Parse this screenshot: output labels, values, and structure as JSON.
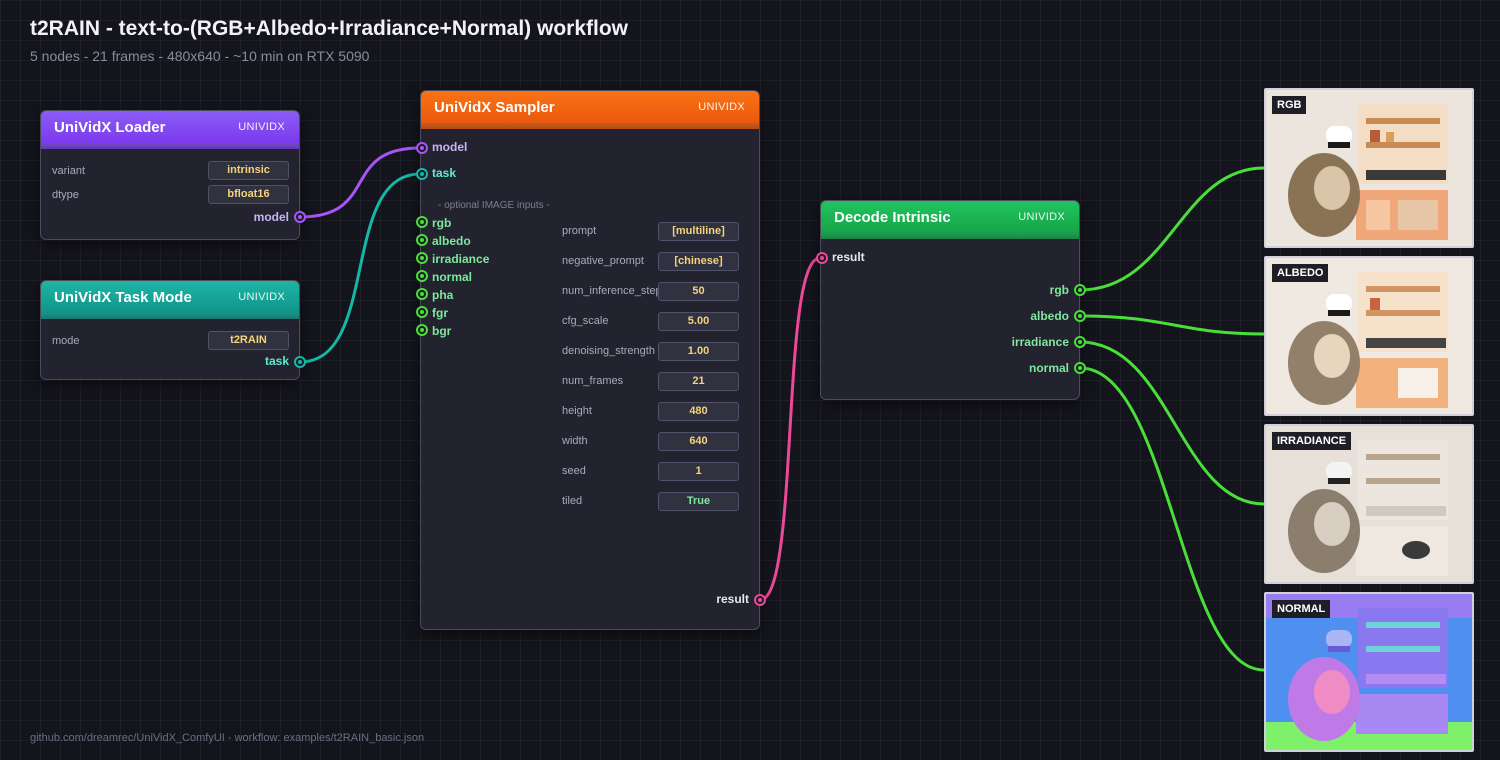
{
  "header": {
    "title": "t2RAIN - text-to-(RGB+Albedo+Irradiance+Normal) workflow",
    "subtitle": "5 nodes - 21 frames - 480x640 - ~10 min on RTX 5090"
  },
  "footer": "github.com/dreamrec/UniVidX_ComfyUI - workflow: examples/t2RAIN_basic.json",
  "colors": {
    "model_wire": "#a855f7",
    "task_wire": "#14b8a6",
    "result_wire": "#ec4899",
    "image_wire": "#4ade3a"
  },
  "nodes": {
    "loader": {
      "title": "UniVidX Loader",
      "tag": "UNIVIDX",
      "widgets": [
        {
          "label": "variant",
          "value": "intrinsic"
        },
        {
          "label": "dtype",
          "value": "bfloat16"
        }
      ],
      "output": "model"
    },
    "task_mode": {
      "title": "UniVidX Task Mode",
      "tag": "UNIVIDX",
      "widgets": [
        {
          "label": "mode",
          "value": "t2RAIN"
        }
      ],
      "output": "task"
    },
    "sampler": {
      "title": "UniVidX Sampler",
      "tag": "UNIVIDX",
      "inputs": [
        "model",
        "task"
      ],
      "optional_header": "- optional IMAGE inputs -",
      "optional_inputs": [
        "rgb",
        "albedo",
        "irradiance",
        "normal",
        "pha",
        "fgr",
        "bgr"
      ],
      "widgets": [
        {
          "label": "prompt",
          "value": "[multiline]"
        },
        {
          "label": "negative_prompt",
          "value": "[chinese]"
        },
        {
          "label": "num_inference_steps",
          "value": "50"
        },
        {
          "label": "cfg_scale",
          "value": "5.00"
        },
        {
          "label": "denoising_strength",
          "value": "1.00"
        },
        {
          "label": "num_frames",
          "value": "21"
        },
        {
          "label": "height",
          "value": "480"
        },
        {
          "label": "width",
          "value": "640"
        },
        {
          "label": "seed",
          "value": "1"
        },
        {
          "label": "tiled",
          "value": "True"
        }
      ],
      "output": "result"
    },
    "decode": {
      "title": "Decode Intrinsic",
      "tag": "UNIVIDX",
      "input": "result",
      "outputs": [
        "rgb",
        "albedo",
        "irradiance",
        "normal"
      ]
    }
  },
  "previews": [
    "RGB",
    "ALBEDO",
    "IRRADIANCE",
    "NORMAL"
  ]
}
